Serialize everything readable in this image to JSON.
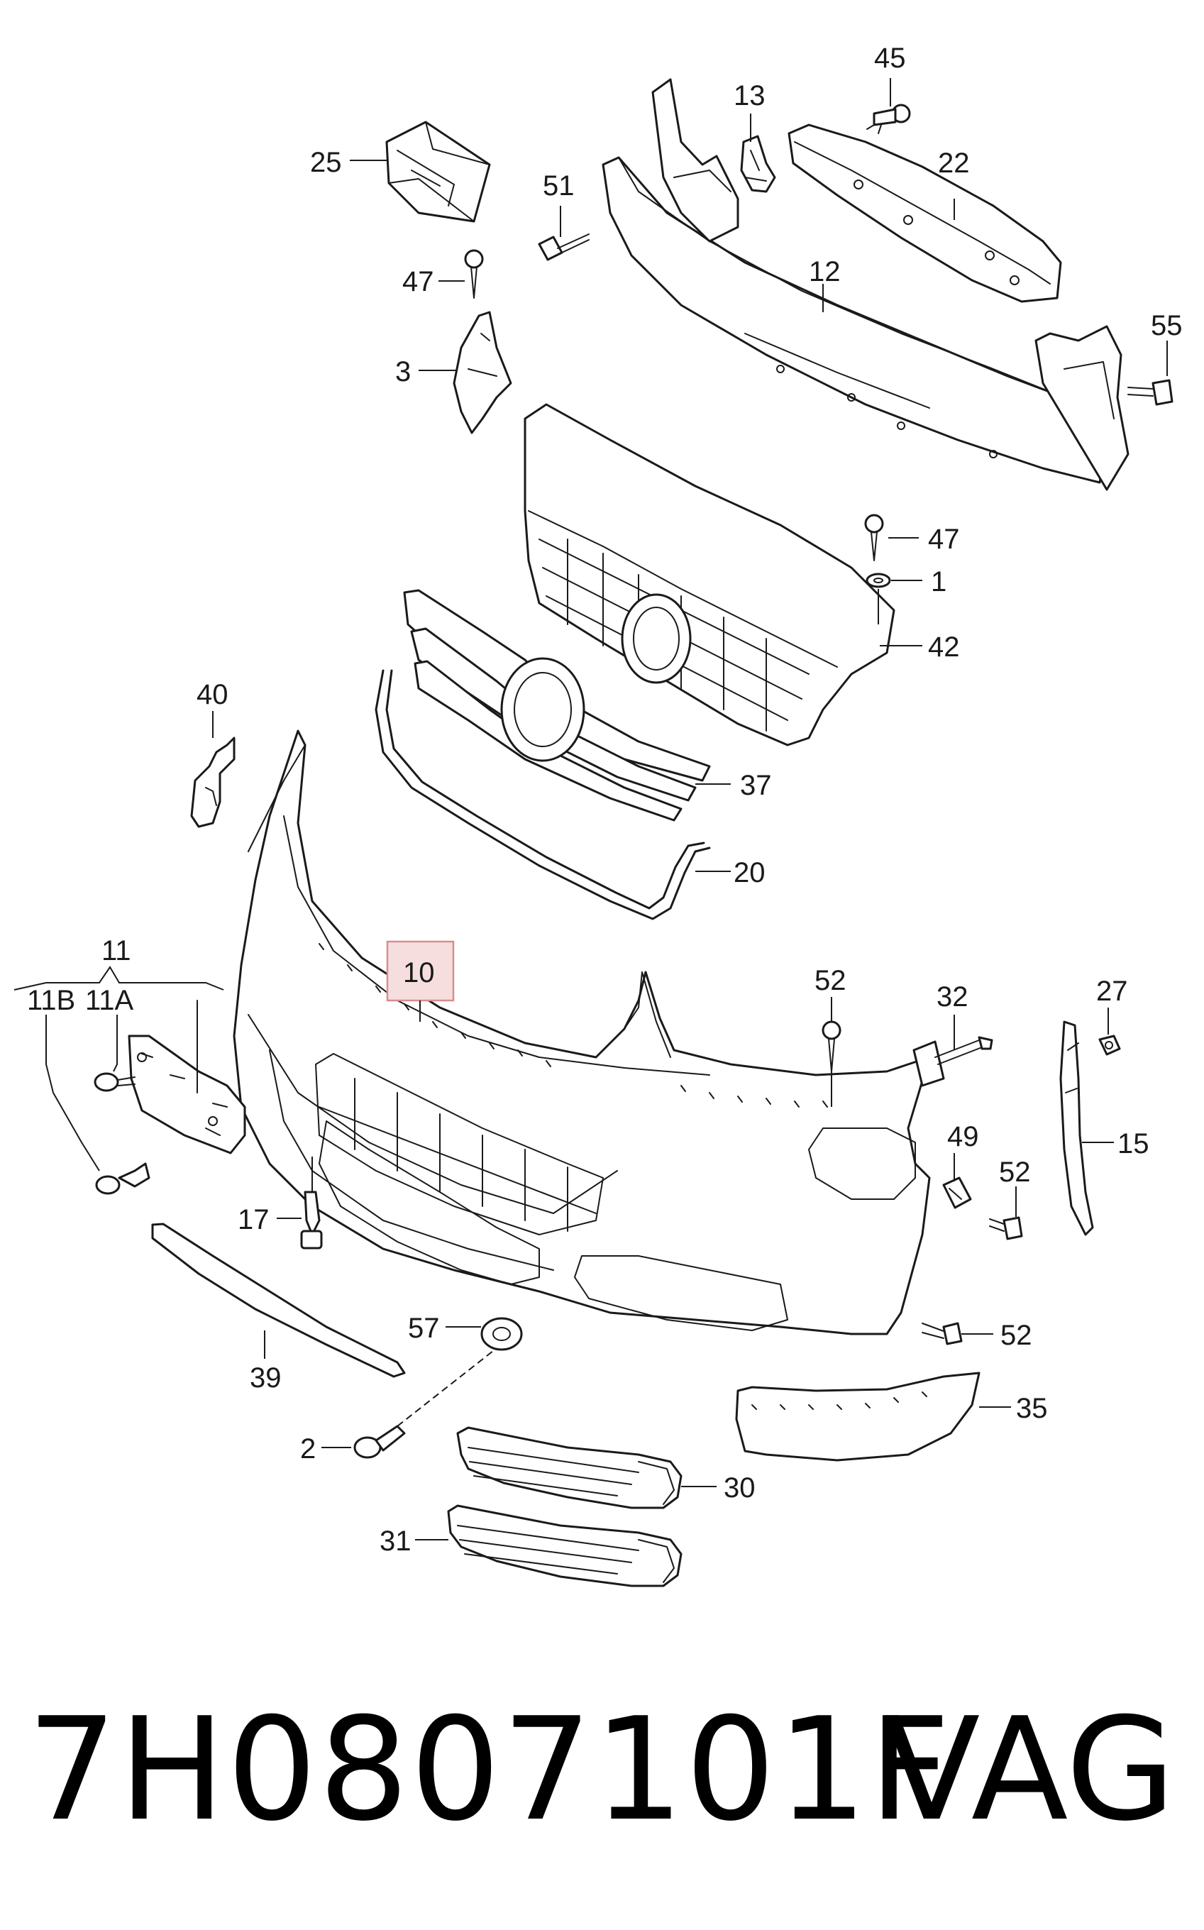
{
  "callouts": {
    "c45": "45",
    "c13": "13",
    "c22": "22",
    "c25": "25",
    "c51": "51",
    "c12": "12",
    "c55": "55",
    "c47a": "47",
    "c3": "3",
    "c47b": "47",
    "c1": "1",
    "c42": "42",
    "c40": "40",
    "c37": "37",
    "c20": "20",
    "c11": "11",
    "c11b": "11B",
    "c11a": "11A",
    "c10": "10",
    "c52a": "52",
    "c32": "32",
    "c27": "27",
    "c15": "15",
    "c49": "49",
    "c52b": "52",
    "c17": "17",
    "c52c": "52",
    "c57": "57",
    "c39": "39",
    "c35": "35",
    "c2": "2",
    "c30": "30",
    "c31": "31"
  },
  "highlighted_part": "10",
  "footer": {
    "part_number": "7H0807101F",
    "brand": "VAG"
  },
  "colors": {
    "line": "#1a1a1a",
    "highlight_fill": "#f7dede",
    "highlight_border": "#d98d8d"
  }
}
